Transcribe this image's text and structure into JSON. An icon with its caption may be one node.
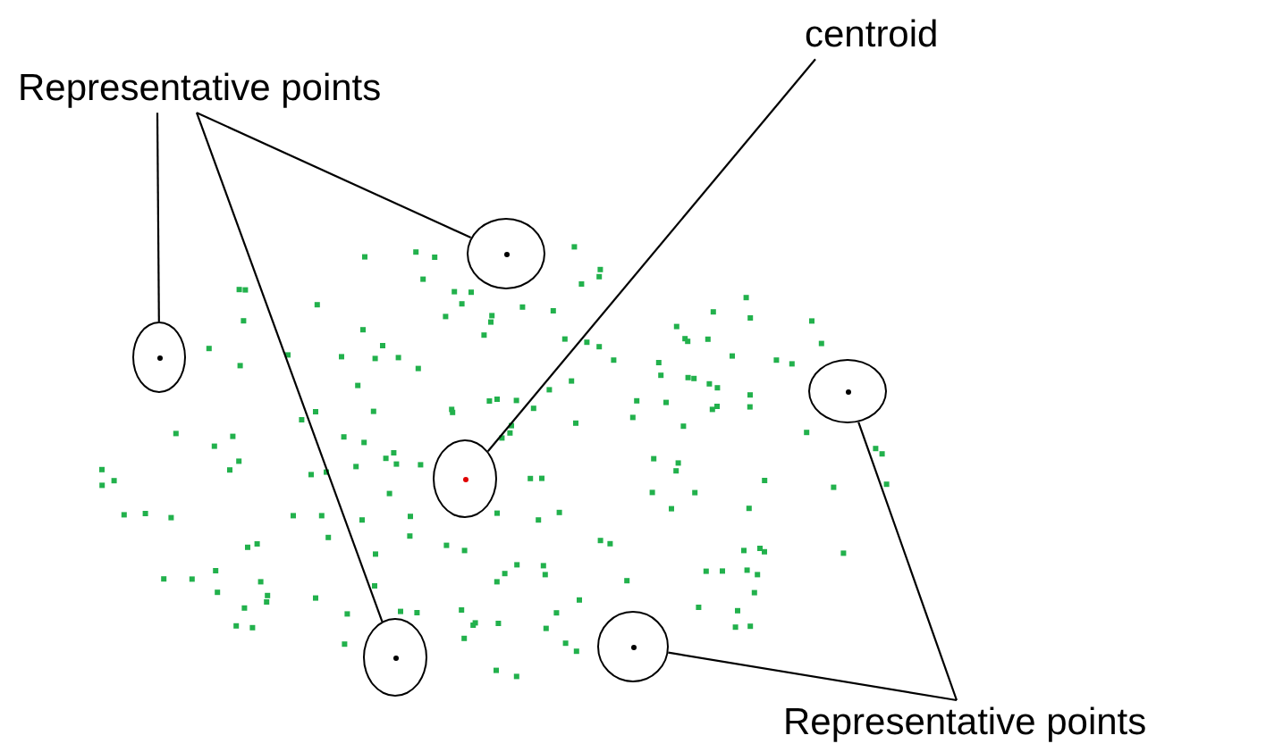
{
  "diagram": {
    "nodes": [
      {
        "text": [
          "Representative points"
        ]
      },
      {
        "text": [
          "centroid"
        ]
      },
      {
        "text": [
          "Representative points"
        ]
      },
      {
        "text": [],
        "shape": "circle"
      },
      {
        "text": [],
        "shape": "circle"
      },
      {
        "text": [],
        "shape": "circle"
      },
      {
        "text": [],
        "shape": "circle"
      },
      {
        "text": [],
        "shape": "circle"
      },
      {
        "text": [],
        "shape": "circle"
      }
    ],
    "edges": [
      {
        "from": 0,
        "to": 3,
        "arrow": "none"
      },
      {
        "from": 0,
        "to": 6,
        "arrow": "none"
      },
      {
        "from": 0,
        "to": 4,
        "arrow": "none"
      },
      {
        "from": 1,
        "to": 5,
        "arrow": "none"
      },
      {
        "from": 2,
        "to": 8,
        "arrow": "none"
      },
      {
        "from": 2,
        "to": 7,
        "arrow": "none"
      }
    ]
  }
}
